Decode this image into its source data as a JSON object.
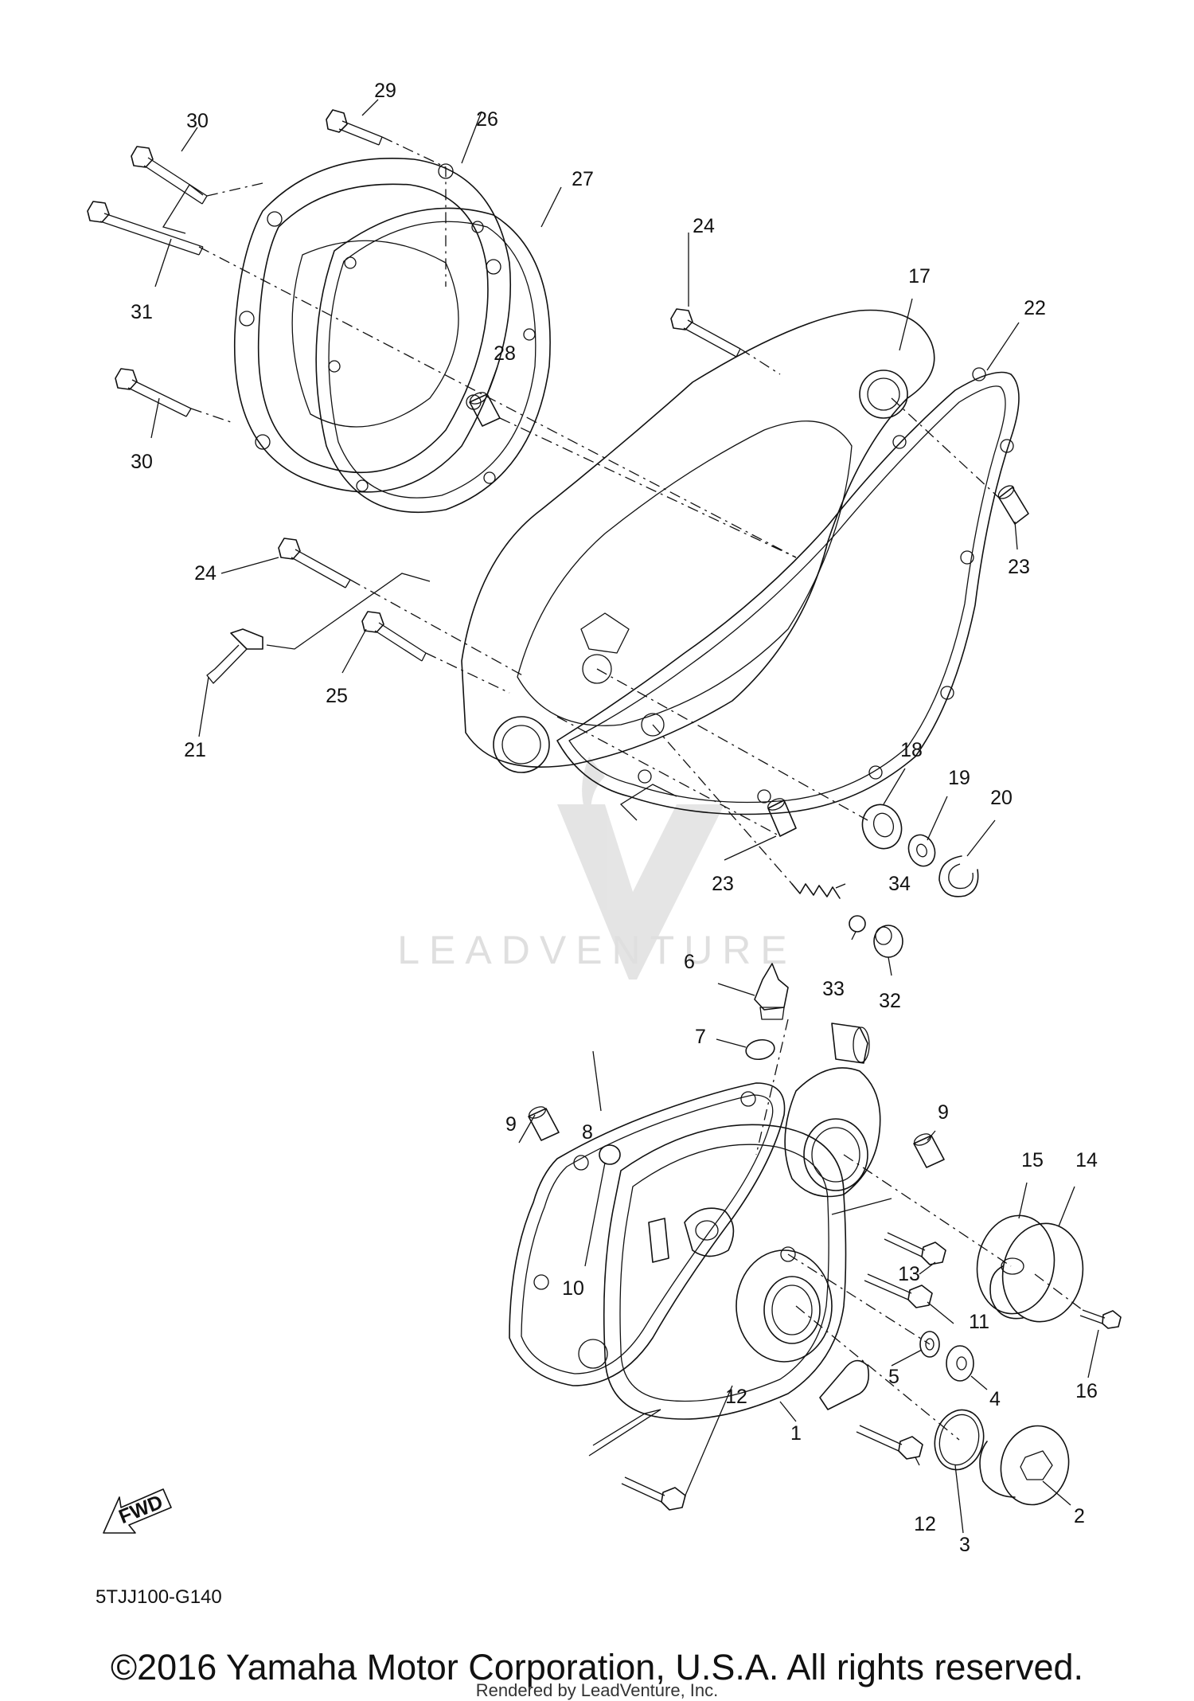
{
  "diagram": {
    "code": "5TJJ100-G140",
    "fwd_label": "FWD",
    "watermark": "LEADVENTURE",
    "copyright": "©2016 Yamaha Motor Corporation, U.S.A. All rights reserved.",
    "rendered_by": "Rendered by LeadVenture, Inc."
  },
  "part_labels": [
    "1",
    "2",
    "3",
    "4",
    "5",
    "6",
    "7",
    "8",
    "9",
    "9",
    "10",
    "11",
    "12",
    "12",
    "13",
    "14",
    "15",
    "16",
    "17",
    "18",
    "19",
    "20",
    "21",
    "22",
    "23",
    "23",
    "24",
    "24",
    "25",
    "26",
    "27",
    "28",
    "29",
    "30",
    "30",
    "31",
    "32",
    "33",
    "34"
  ]
}
